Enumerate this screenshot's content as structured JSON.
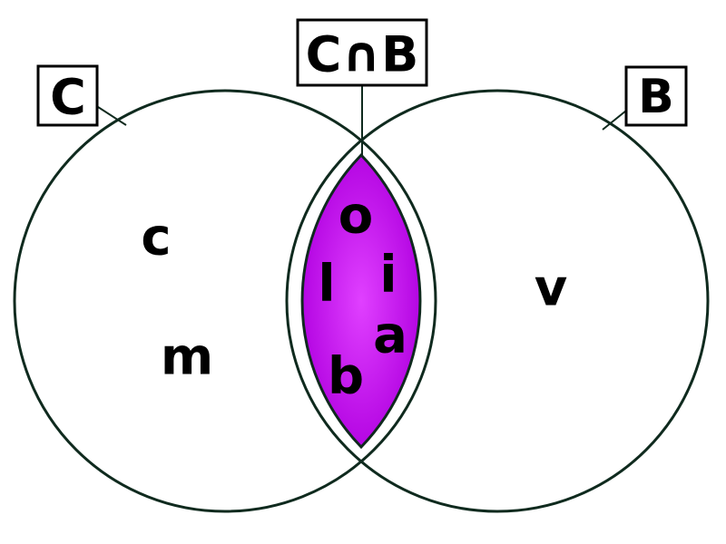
{
  "colors": {
    "outline": "#0f2a1e",
    "intersection_fill": "#b000e0",
    "intersection_glow": "#e040ff",
    "background": "#ffffff"
  },
  "labels": {
    "left_set": "C",
    "right_set": "B",
    "intersection": "C∩B"
  },
  "regions": {
    "left_only": [
      "c",
      "m"
    ],
    "intersection": [
      "o",
      "l",
      "i",
      "a",
      "b"
    ],
    "right_only": [
      "v"
    ]
  }
}
